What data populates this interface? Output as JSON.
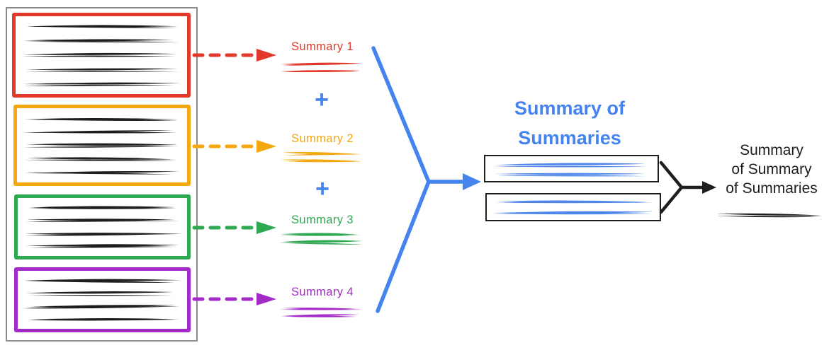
{
  "title": {
    "text": "Summary of Summaries",
    "color": "#4583EE"
  },
  "plus_symbol": "+",
  "summaries": [
    {
      "label": "Summary 1",
      "color": "#E3392C"
    },
    {
      "label": "Summary 2",
      "color": "#F5A70F"
    },
    {
      "label": "Summary 3",
      "color": "#2FA852"
    },
    {
      "label": "Summary 4",
      "color": "#A32BC7"
    }
  ],
  "final_summary": {
    "lines": [
      "Summary",
      "of Summary",
      "of Summaries"
    ],
    "color": "#1E1E1E"
  },
  "colors": {
    "arrow_blue": "#4583EE",
    "scribble_blue": "#4E86EC",
    "ink_black": "#1E1E1E",
    "document_border_gray": "#8C8C8C",
    "summary_box_border": "#1E1E1E"
  }
}
